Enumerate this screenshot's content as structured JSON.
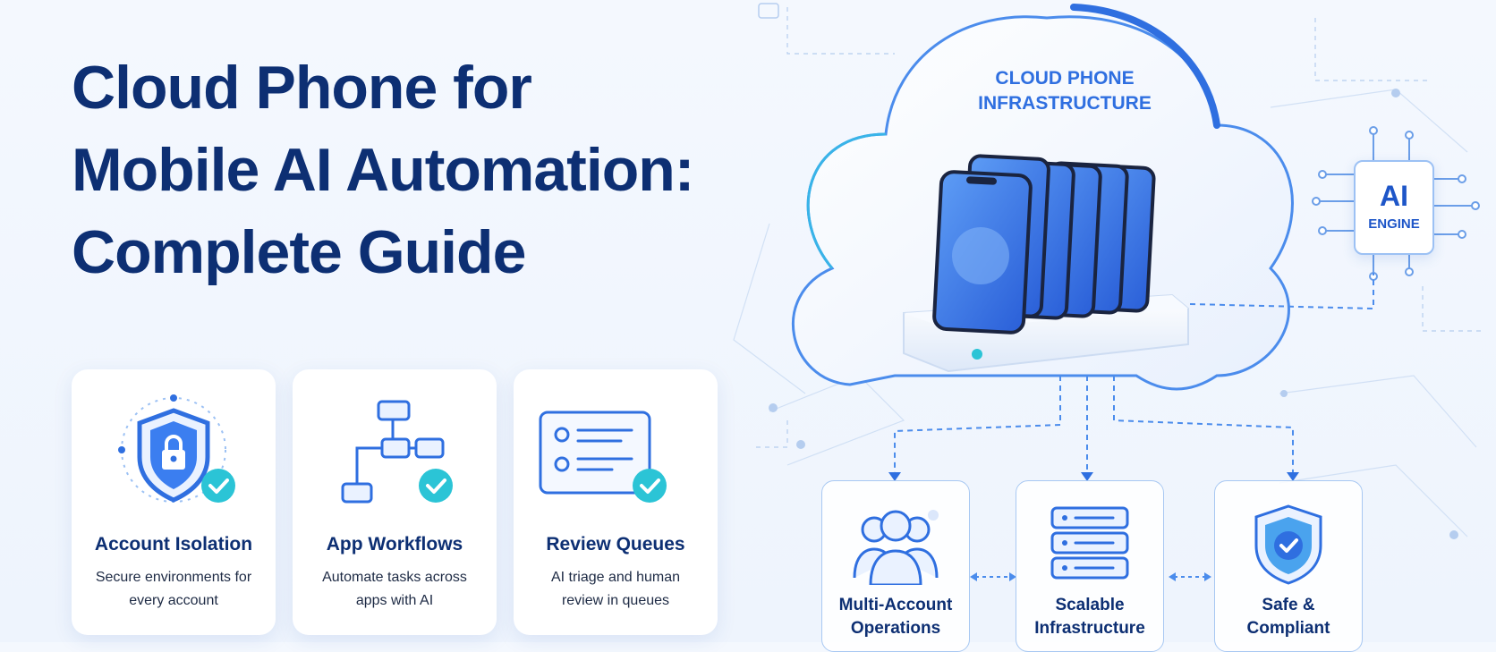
{
  "title_lines": [
    "Cloud Phone for",
    "Mobile AI Automation:",
    "Complete Guide"
  ],
  "cards": [
    {
      "title": "Account Isolation",
      "desc_lines": [
        "Secure environments for",
        "every account"
      ],
      "icon": "shield-lock-icon"
    },
    {
      "title": "App Workflows",
      "desc_lines": [
        "Automate tasks across",
        "apps with AI"
      ],
      "icon": "workflow-icon"
    },
    {
      "title": "Review Queues",
      "desc_lines": [
        "AI triage and human",
        "review in queues"
      ],
      "icon": "review-queue-icon"
    }
  ],
  "cloud": {
    "label_lines": [
      "CLOUD PHONE",
      "INFRASTRUCTURE"
    ]
  },
  "ai_engine": {
    "big": "AI",
    "small": "ENGINE"
  },
  "features": [
    {
      "title_lines": [
        "Multi-Account",
        "Operations"
      ],
      "icon": "users-icon"
    },
    {
      "title_lines": [
        "Scalable",
        "Infrastructure"
      ],
      "icon": "server-icon"
    },
    {
      "title_lines": [
        "Safe &",
        "Compliant"
      ],
      "icon": "shield-check-icon"
    }
  ],
  "colors": {
    "title": "#0d2f73",
    "accent": "#2f6fe0",
    "check": "#2bc4d6"
  }
}
